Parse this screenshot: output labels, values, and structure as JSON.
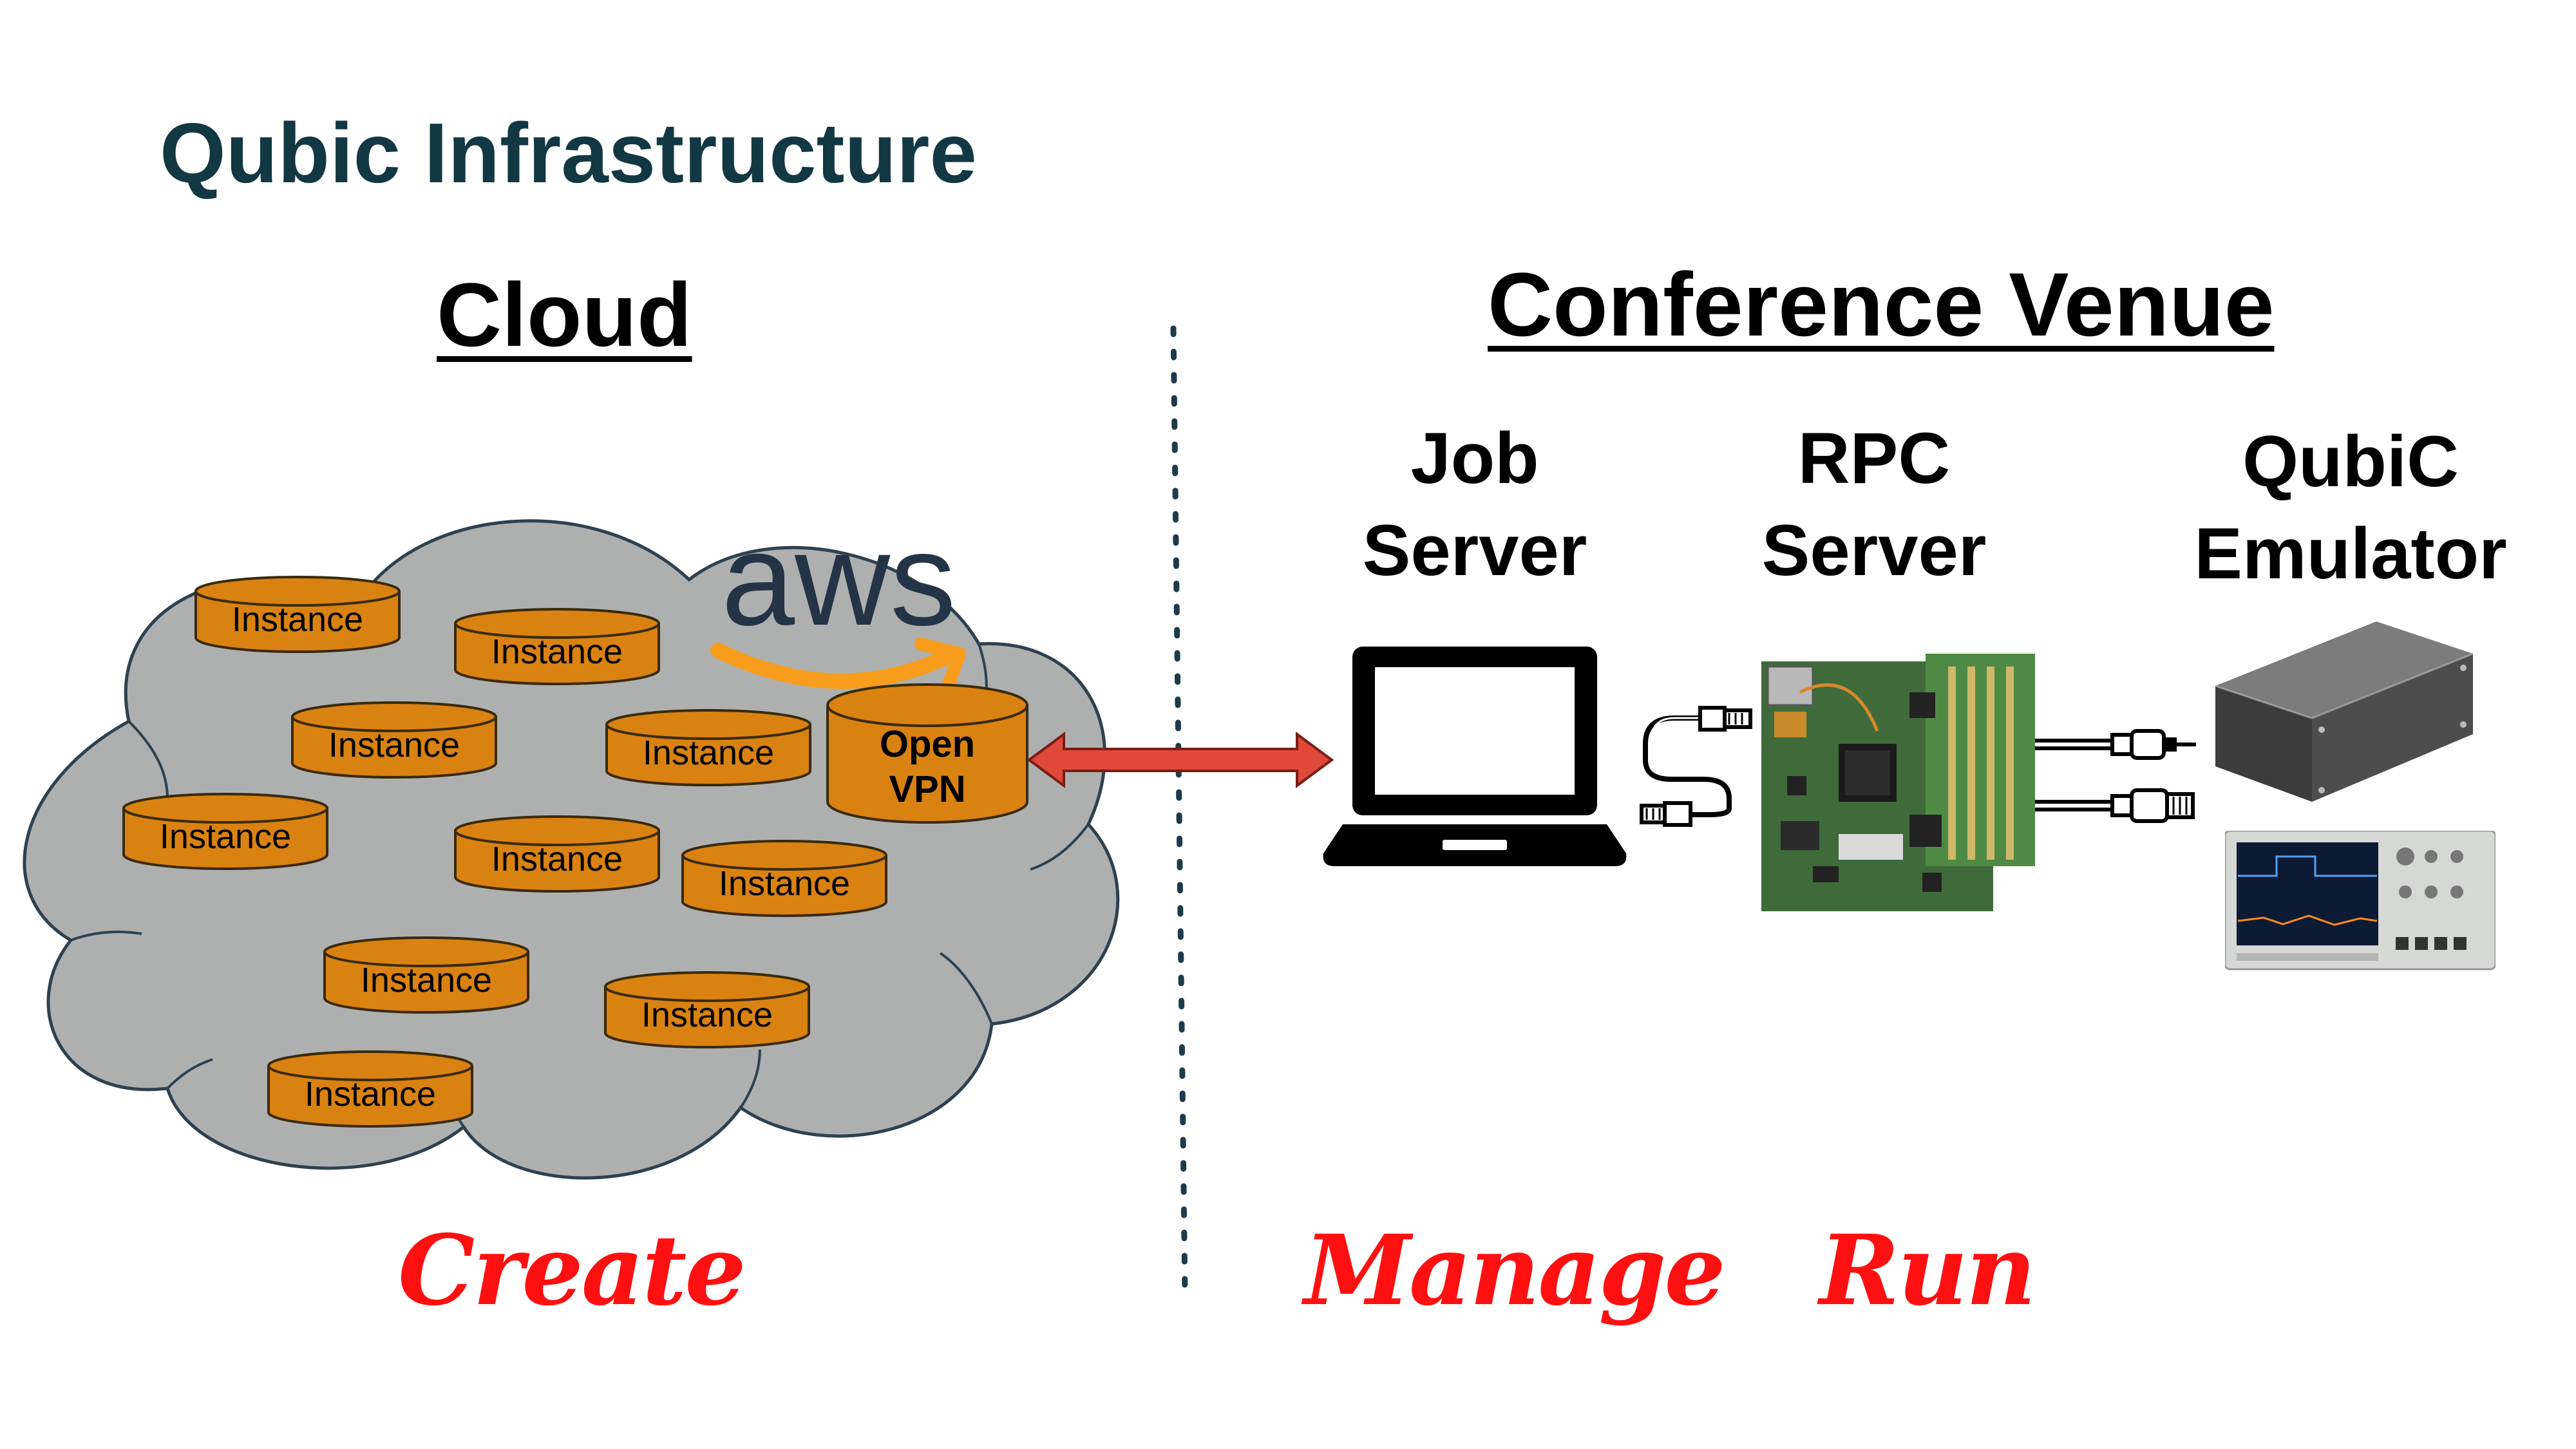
{
  "page": {
    "title": "Qubic Infrastructure"
  },
  "cloud": {
    "heading": "Cloud",
    "brand": "aws",
    "instance_label": "Instance",
    "openvpn_line1": "Open",
    "openvpn_line2": "VPN"
  },
  "venue": {
    "heading": "Conference Venue",
    "job_server": [
      "Job",
      "Server"
    ],
    "rpc_server": [
      "RPC",
      "Server"
    ],
    "qubic_emulator": [
      "QubiC",
      "Emulator"
    ]
  },
  "actions": {
    "create": "Create",
    "manage": "Manage",
    "run": "Run"
  },
  "colors": {
    "title": "#113843",
    "cloud_fill": "#aeb0b0",
    "instance_fill": "#d98212",
    "arrow": "#e0483a",
    "action_text": "#ff1010",
    "aws_orange": "#f89d1c",
    "aws_text": "#243446"
  }
}
